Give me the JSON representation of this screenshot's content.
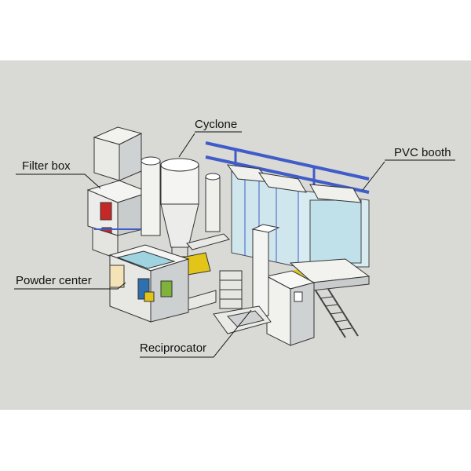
{
  "colors": {
    "page_background": "#ffffff",
    "panel_background": "#d9d9d6",
    "label_text": "#111111",
    "steel": "#f4f4f2",
    "steel_shade": "#c9cccd",
    "glass": "#cfe8f0",
    "blue_rail": "#3f5cc8",
    "red_door": "#c62828",
    "yellow_pipe": "#e3c51a",
    "green_part": "#7fb23a"
  },
  "labels": {
    "cyclone": "Cyclone",
    "filter_box": "Filter box",
    "pvc_booth": "PVC booth",
    "powder_center": "Powder center",
    "reciprocator": "Reciprocator"
  },
  "icons": {
    "leader": "leader-line"
  }
}
